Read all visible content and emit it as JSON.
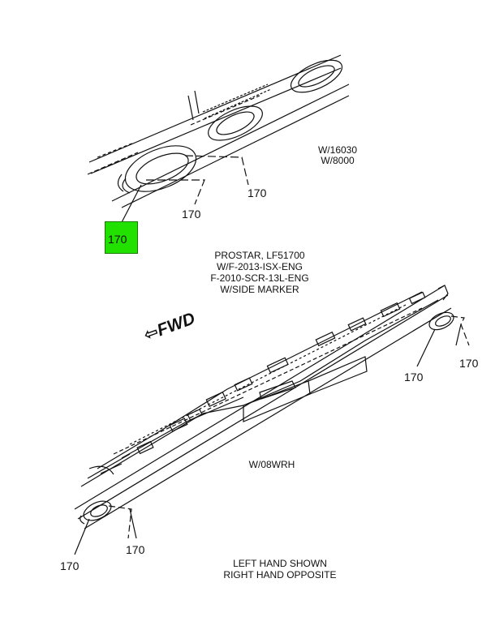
{
  "callouts": {
    "top_right_a": "170",
    "top_left_b": "170",
    "top_highlighted": "170",
    "mid_left": "170",
    "mid_right": "170",
    "bottom_left": "170",
    "bottom_right": "170"
  },
  "notes": {
    "w16030": "W/16030",
    "w8000": "W/8000",
    "prostar": "PROSTAR, LF51700",
    "isx": "W/F-2013-ISX-ENG",
    "scr": "F-2010-SCR-13L-ENG",
    "side_marker": "W/SIDE MARKER",
    "w08wrh": "W/08WRH",
    "left_hand": "LEFT HAND SHOWN",
    "right_hand": "RIGHT HAND OPPOSITE"
  },
  "fwd_label": "FWD",
  "colors": {
    "highlight": "#22e000",
    "line": "#111111"
  }
}
